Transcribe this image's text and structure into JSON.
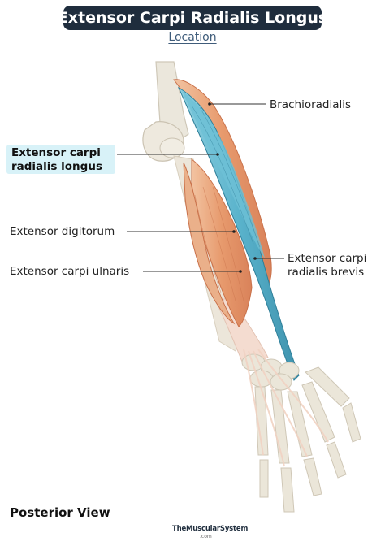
{
  "header": {
    "title": "Extensor Carpi Radialis Longus",
    "subtitle": "Location"
  },
  "labels": {
    "brachioradialis": "Brachioradialis",
    "ecrl_line1": "Extensor carpi",
    "ecrl_line2": "radialis longus",
    "extensor_digitorum": "Extensor digitorum",
    "extensor_carpi_ulnaris": "Extensor carpi ulnaris",
    "ecrb_line1": "Extensor carpi",
    "ecrb_line2": "radialis brevis"
  },
  "footer": {
    "view": "Posterior View",
    "brand": "TheMuscularSystem",
    "brand_suffix": ".com"
  },
  "colors": {
    "title_bg": "#1f2d3d",
    "highlight_bg": "#d8f2f8",
    "target_muscle": "#5ab3cc",
    "muscle_orange": "#e8a27a",
    "bone": "#ebe7dc",
    "tendon": "#f3dccf"
  }
}
